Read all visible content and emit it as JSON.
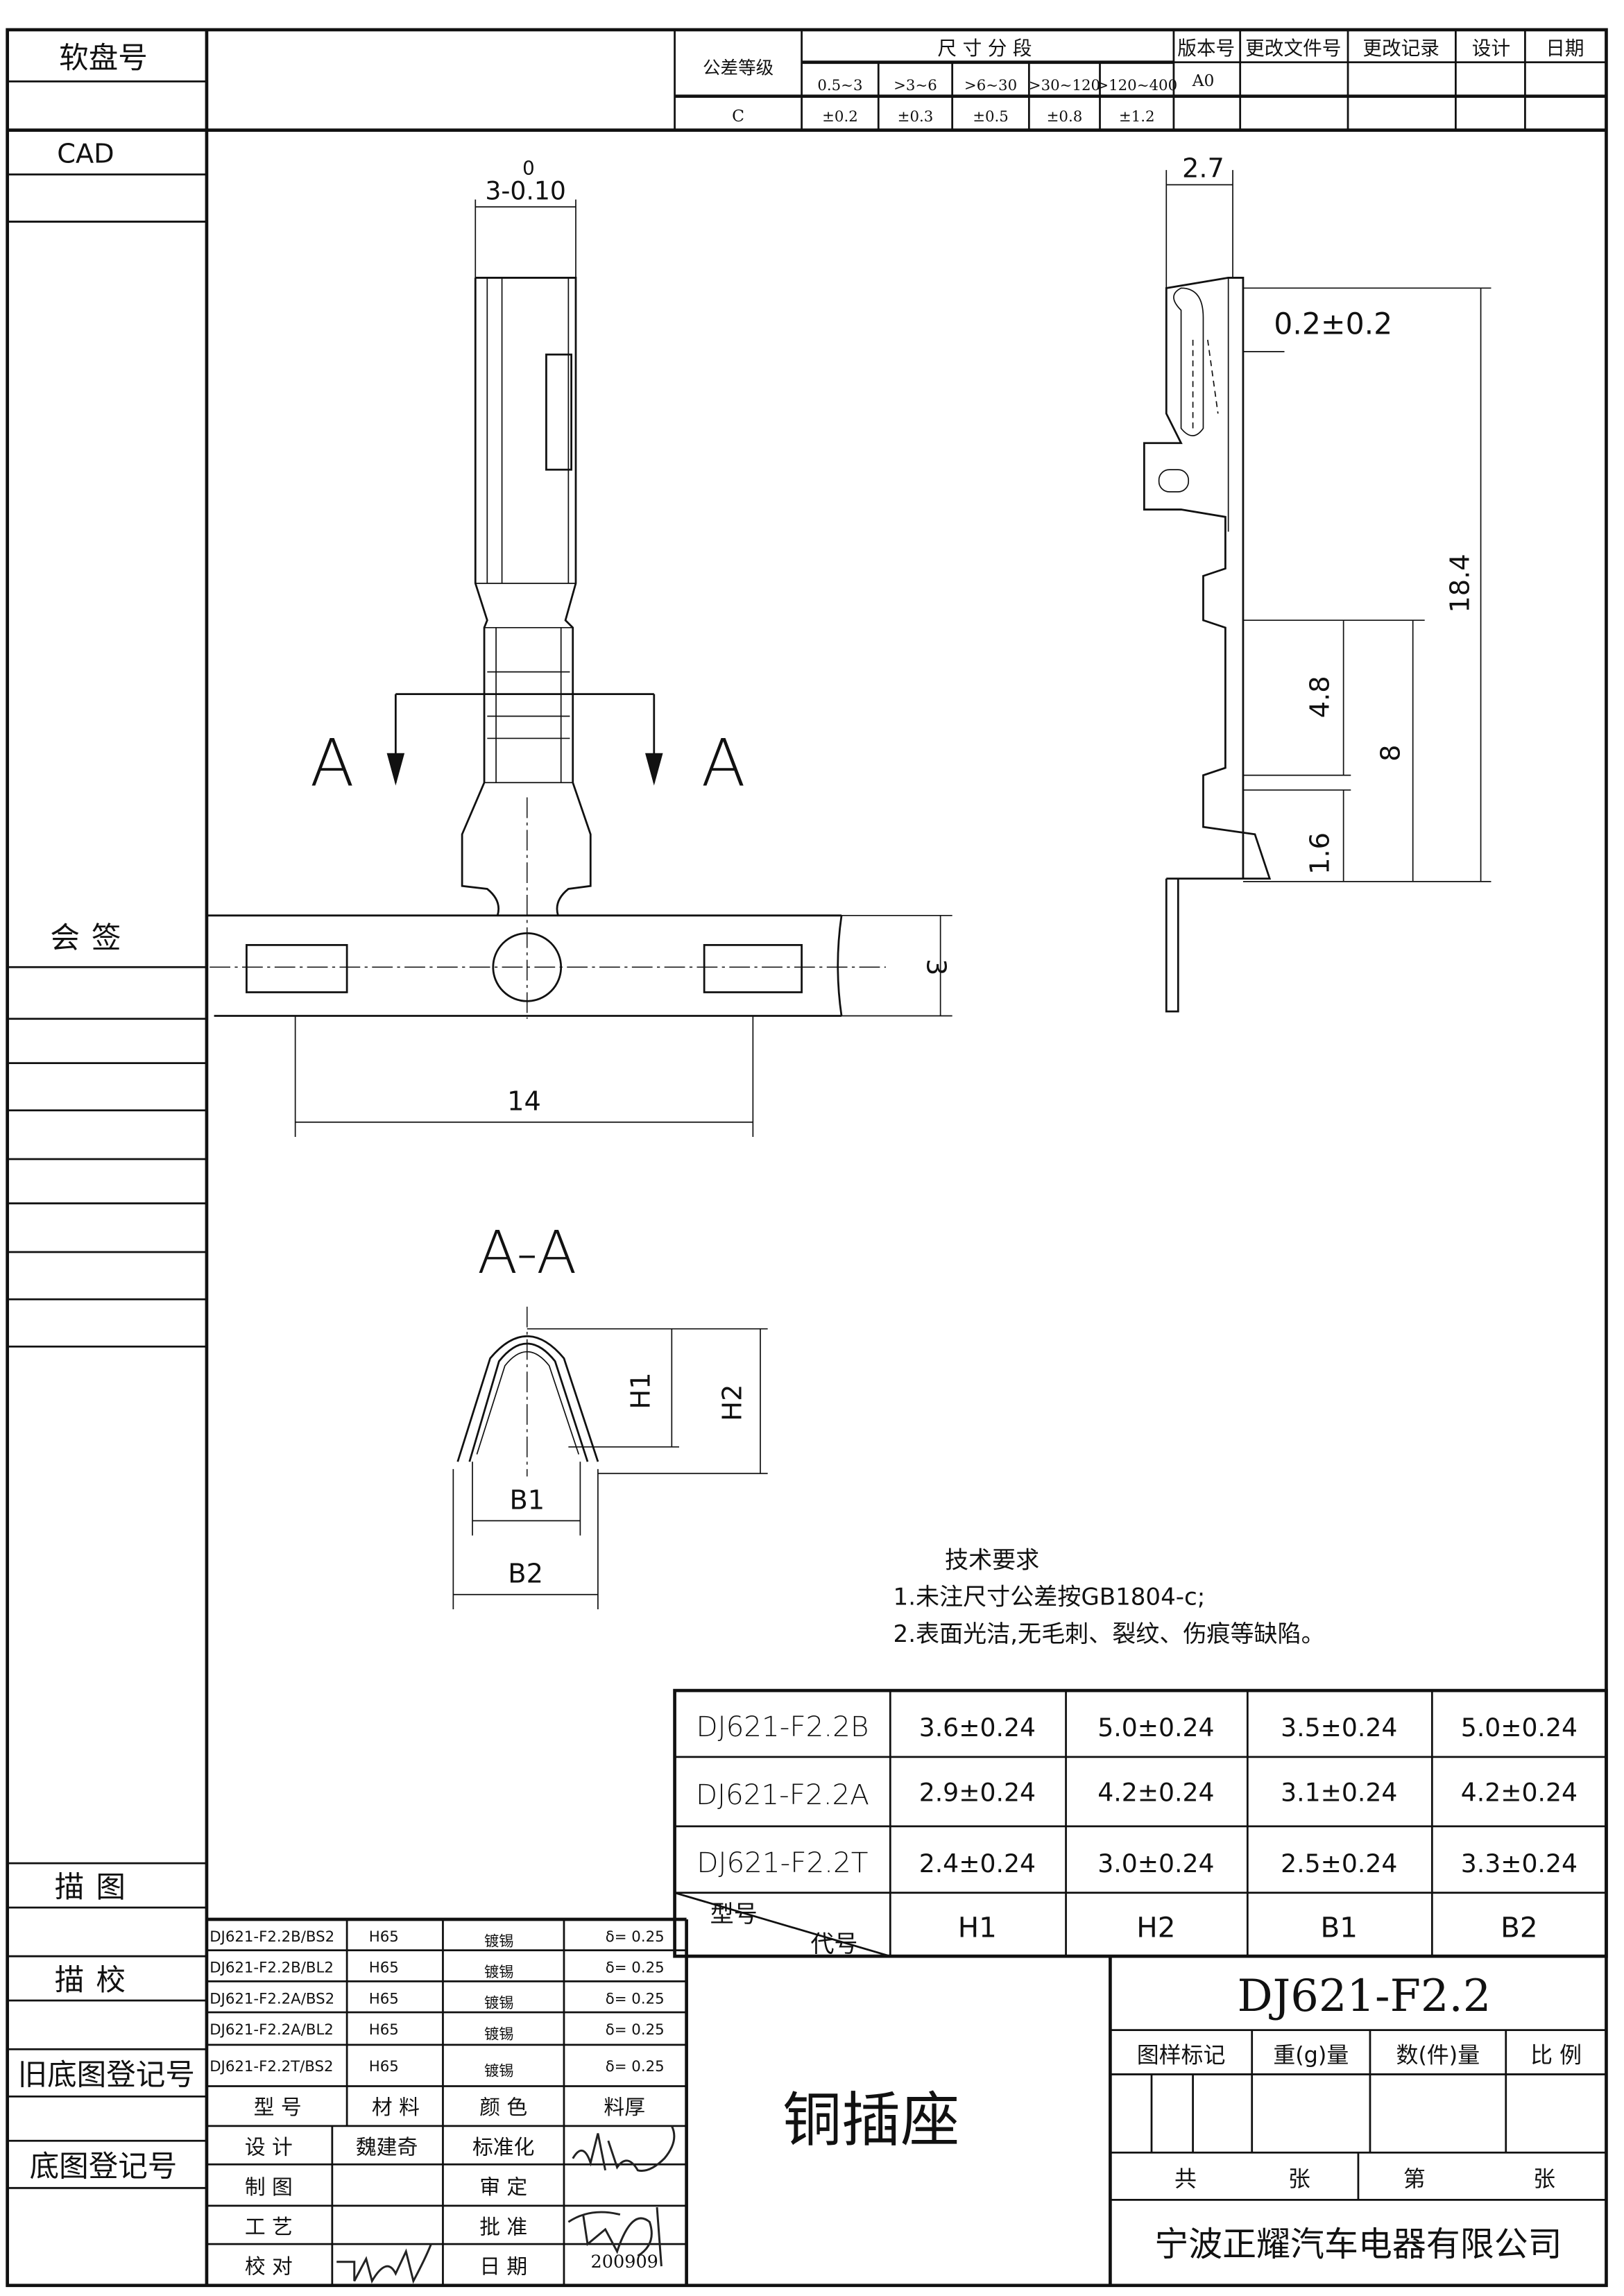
{
  "left_strip": {
    "software_disk_no": "软盘号",
    "cad": "CAD",
    "countersign": "会签",
    "tracing": "描图",
    "trace_check": "描校",
    "old_base_reg_no": "旧底图登记号",
    "base_reg_no": "底图登记号"
  },
  "tolerance_table": {
    "grade_header": "公差等级",
    "range_header": "尺寸分段",
    "ranges": [
      "0.5~3",
      ">3~6",
      ">6~30",
      ">30~120",
      ">120~400"
    ],
    "grade": "C",
    "values": [
      "±0.2",
      "±0.3",
      "±0.5",
      "±0.8",
      "±1.2"
    ]
  },
  "revision_table": {
    "headers": [
      "版本号",
      "更改文件号",
      "更改记录",
      "设计",
      "日期"
    ],
    "version": "A0"
  },
  "front_view": {
    "width_dim": "3-0.10",
    "width_dim_upper": "0",
    "section_label_left": "A",
    "section_label_right": "A",
    "strip_width": "14",
    "strip_height": "3"
  },
  "side_view": {
    "thickness": "2.7",
    "gap": "0.2±0.2",
    "total_length": "18.4",
    "d48": "4.8",
    "d8": "8",
    "d16": "1.6"
  },
  "section_view": {
    "title": "A-A",
    "h1": "H1",
    "h2": "H2",
    "b1": "B1",
    "b2": "B2"
  },
  "tech_requirements": {
    "title": "技术要求",
    "items": [
      "1.未注尺寸公差按GB1804-c;",
      "2.表面光洁,无毛刺、裂纹、伤痕等缺陷。"
    ]
  },
  "dimension_table": {
    "rows": [
      {
        "model": "DJ621-F2.2B",
        "h1": "3.6±0.24",
        "h2": "5.0±0.24",
        "b1": "3.5±0.24",
        "b2": "5.0±0.24"
      },
      {
        "model": "DJ621-F2.2A",
        "h1": "2.9±0.24",
        "h2": "4.2±0.24",
        "b1": "3.1±0.24",
        "b2": "4.2±0.24"
      },
      {
        "model": "DJ621-F2.2T",
        "h1": "2.4±0.24",
        "h2": "3.0±0.24",
        "b1": "2.5±0.24",
        "b2": "3.3±0.24"
      }
    ],
    "header_model": "型号",
    "header_code": "代号",
    "headers": [
      "H1",
      "H2",
      "B1",
      "B2"
    ]
  },
  "material_table": {
    "rows": [
      {
        "model": "DJ621-F2.2B/BS2",
        "material": "H65",
        "color": "镀锡",
        "thickness": "δ= 0.25"
      },
      {
        "model": "DJ621-F2.2B/BL2",
        "material": "H65",
        "color": "镀锡",
        "thickness": "δ= 0.25"
      },
      {
        "model": "DJ621-F2.2A/BS2",
        "material": "H65",
        "color": "镀锡",
        "thickness": "δ= 0.25"
      },
      {
        "model": "DJ621-F2.2A/BL2",
        "material": "H65",
        "color": "镀锡",
        "thickness": "δ= 0.25"
      },
      {
        "model": "DJ621-F2.2T/BS2",
        "material": "H65",
        "color": "镀锡",
        "thickness": "δ= 0.25"
      }
    ],
    "headers": [
      "型 号",
      "材 料",
      "颜 色",
      "料厚"
    ]
  },
  "signatures": {
    "design": "设 计",
    "designer": "魏建奇",
    "standardization": "标准化",
    "drawing": "制 图",
    "review": "审 定",
    "process": "工 艺",
    "approve": "批 准",
    "check": "校 对",
    "date_label": "日 期",
    "date": "200909"
  },
  "title_block": {
    "part_name": "铜插座",
    "drawing_no": "DJ621-F2.2",
    "headers": [
      "图样标记",
      "重(g)量",
      "数(件)量",
      "比 例"
    ],
    "total": "共",
    "sheets": "张",
    "sheet_no": "第",
    "sheet": "张",
    "company": "宁波正耀汽车电器有限公司"
  }
}
